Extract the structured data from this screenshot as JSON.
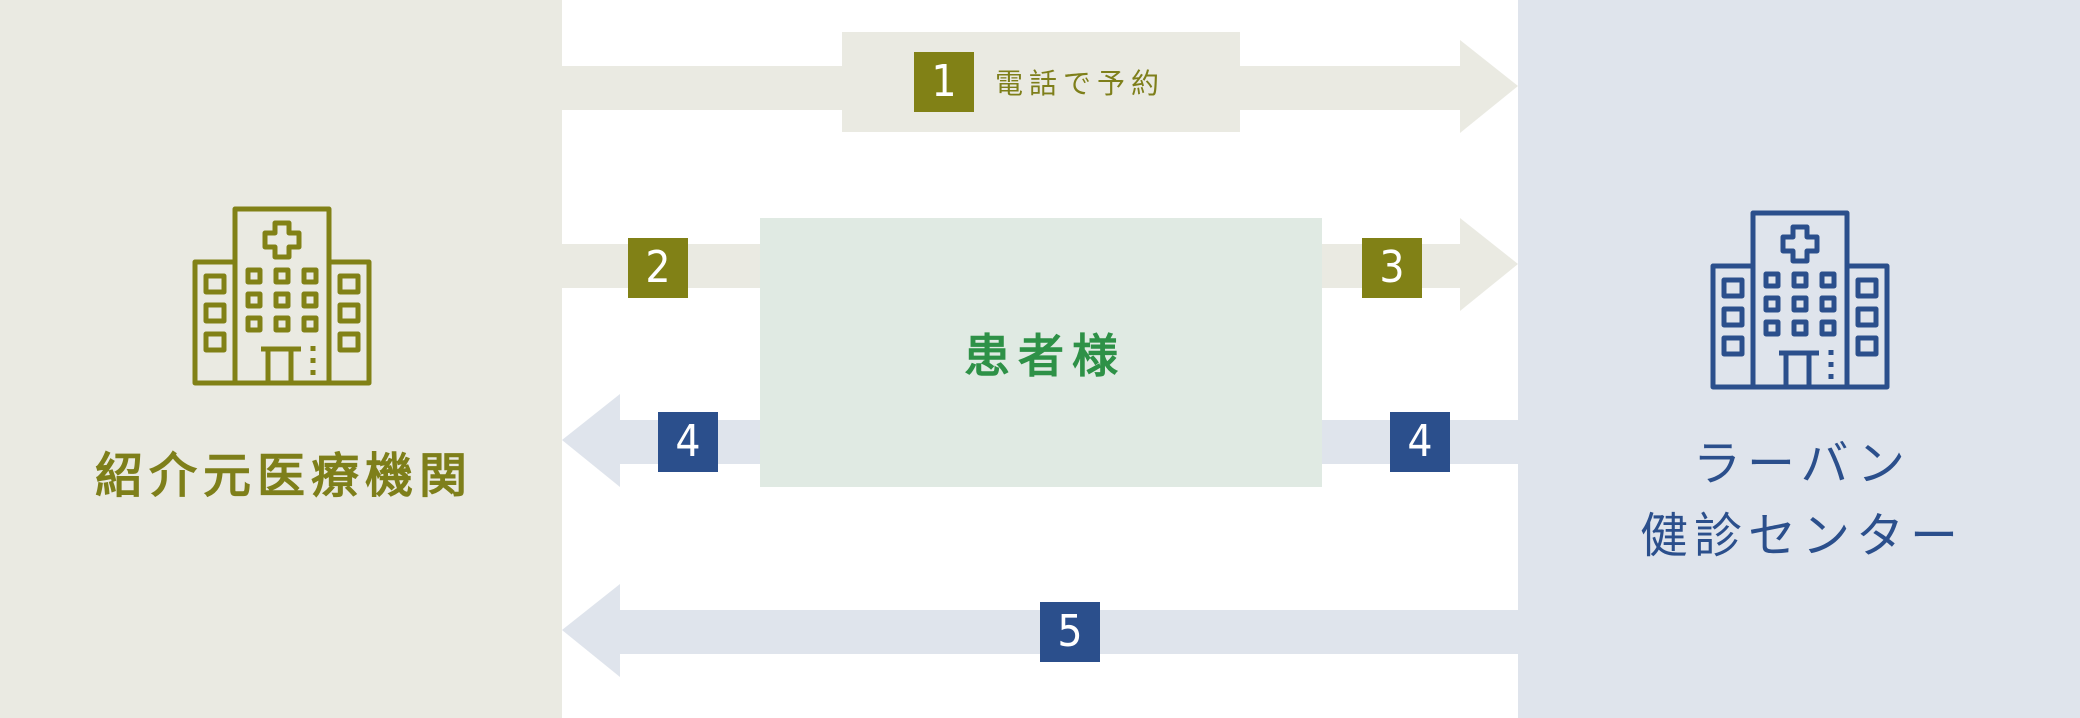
{
  "colors": {
    "olive": "#818116",
    "olive_light_bg": "#EAEAE2",
    "blue": "#2B4F8C",
    "blue_light_bg": "#DFE4EC",
    "green": "#2E9147",
    "patient_bg": "#E0EAE3"
  },
  "left_entity": {
    "icon": "hospital-building-icon",
    "label": "紹介元医療機関"
  },
  "right_entity": {
    "icon": "hospital-building-icon",
    "label_line1": "ラーバン",
    "label_line2": "健診センター"
  },
  "center_entity": {
    "label": "患者様"
  },
  "steps": [
    {
      "number": "1",
      "label": "電話で予約",
      "direction": "left-to-right",
      "from": "紹介元医療機関",
      "to": "ラーバン健診センター"
    },
    {
      "number": "2",
      "label": "",
      "direction": "left-to-right",
      "from": "紹介元医療機関",
      "to": "患者様"
    },
    {
      "number": "3",
      "label": "",
      "direction": "left-to-right",
      "from": "患者様",
      "to": "ラーバン健診センター"
    },
    {
      "number": "4",
      "label": "",
      "direction": "right-to-left",
      "from": "ラーバン健診センター",
      "to": "患者様"
    },
    {
      "number": "4",
      "label": "",
      "direction": "right-to-left",
      "from": "患者様",
      "to": "紹介元医療機関"
    },
    {
      "number": "5",
      "label": "",
      "direction": "right-to-left",
      "from": "ラーバン健診センター",
      "to": "紹介元医療機関"
    }
  ]
}
